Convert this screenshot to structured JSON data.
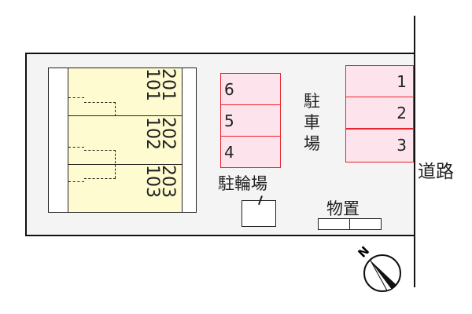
{
  "units": [
    {
      "upper": "201",
      "lower": "101"
    },
    {
      "upper": "202",
      "lower": "102"
    },
    {
      "upper": "203",
      "lower": "103"
    }
  ],
  "parking_left": [
    "6",
    "5",
    "4"
  ],
  "parking_right": [
    "1",
    "2",
    "3"
  ],
  "labels": {
    "parking": "駐車場",
    "bicycle_parking": "駐輪場",
    "storage": "物置",
    "road": "道路",
    "north": "N"
  },
  "colors": {
    "unit_fill": "#fdfbcf",
    "parking_fill": "#fde4ec",
    "parking_border": "#e8232b"
  }
}
